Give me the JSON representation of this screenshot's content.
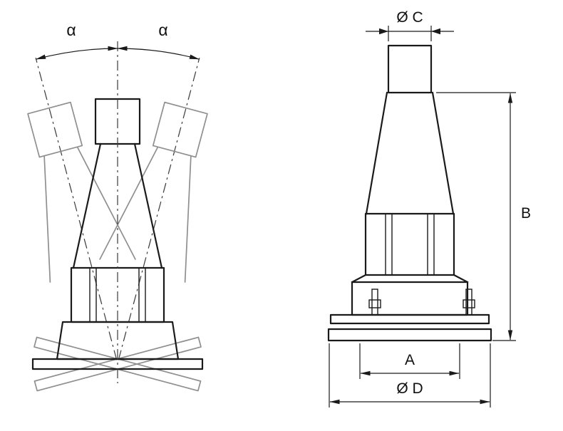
{
  "drawing": {
    "left_view": {
      "angle_left_label": "α",
      "angle_right_label": "α"
    },
    "right_view": {
      "dim_top_diameter_label": "Ø C",
      "dim_height_label": "B",
      "dim_bolt_spacing_label": "A",
      "dim_base_diameter_label": "Ø D"
    }
  }
}
